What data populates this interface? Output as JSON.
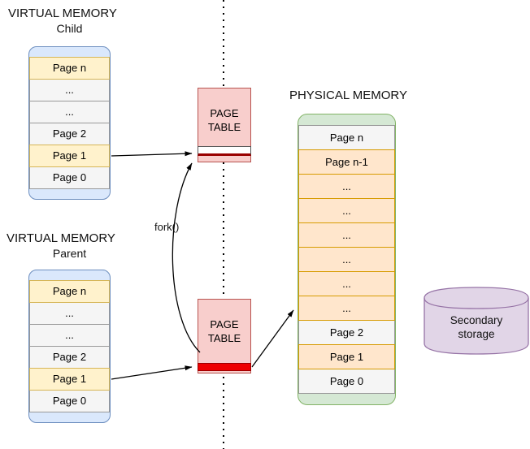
{
  "child_memory": {
    "title": "VIRTUAL MEMORY",
    "subtitle": "Child",
    "rows": [
      {
        "label": "Page n",
        "type": "yellow"
      },
      {
        "label": "...",
        "type": "gray"
      },
      {
        "label": "...",
        "type": "gray"
      },
      {
        "label": "Page 2",
        "type": "gray"
      },
      {
        "label": "Page 1",
        "type": "yellow"
      },
      {
        "label": "Page 0",
        "type": "gray"
      }
    ]
  },
  "parent_memory": {
    "title": "VIRTUAL MEMORY",
    "subtitle": "Parent",
    "rows": [
      {
        "label": "Page n",
        "type": "yellow"
      },
      {
        "label": "...",
        "type": "gray"
      },
      {
        "label": "...",
        "type": "gray"
      },
      {
        "label": "Page 2",
        "type": "gray"
      },
      {
        "label": "Page 1",
        "type": "yellow"
      },
      {
        "label": "Page 0",
        "type": "gray"
      }
    ]
  },
  "physical_memory": {
    "title": "PHYSICAL MEMORY",
    "rows": [
      {
        "label": "Page n",
        "type": "gray"
      },
      {
        "label": "Page n-1",
        "type": "orange"
      },
      {
        "label": "...",
        "type": "orange"
      },
      {
        "label": "...",
        "type": "orange"
      },
      {
        "label": "...",
        "type": "orange"
      },
      {
        "label": "...",
        "type": "orange"
      },
      {
        "label": "...",
        "type": "orange"
      },
      {
        "label": "...",
        "type": "orange"
      },
      {
        "label": "Page 2",
        "type": "gray"
      },
      {
        "label": "Page 1",
        "type": "orange"
      },
      {
        "label": "Page 0",
        "type": "gray"
      }
    ]
  },
  "page_table_child": {
    "label": "PAGE TABLE"
  },
  "page_table_parent": {
    "label": "PAGE TABLE"
  },
  "fork_label": "fork()",
  "secondary_storage": {
    "label": "Secondary storage"
  },
  "colors": {
    "virtual_container": "#dae8fc",
    "virtual_container_border": "#6c8ebf",
    "page_yellow": "#fff2cc",
    "page_yellow_border": "#d6b656",
    "page_gray": "#f5f5f5",
    "physical_container": "#d5e8d4",
    "physical_container_border": "#82b366",
    "page_orange": "#ffe6cc",
    "page_orange_border": "#d79b00",
    "page_table_fill": "#f8cecc",
    "page_table_border": "#b85450",
    "page_table_entry_red": "#ee0000",
    "storage_fill": "#e1d5e7",
    "storage_border": "#9673a6"
  }
}
